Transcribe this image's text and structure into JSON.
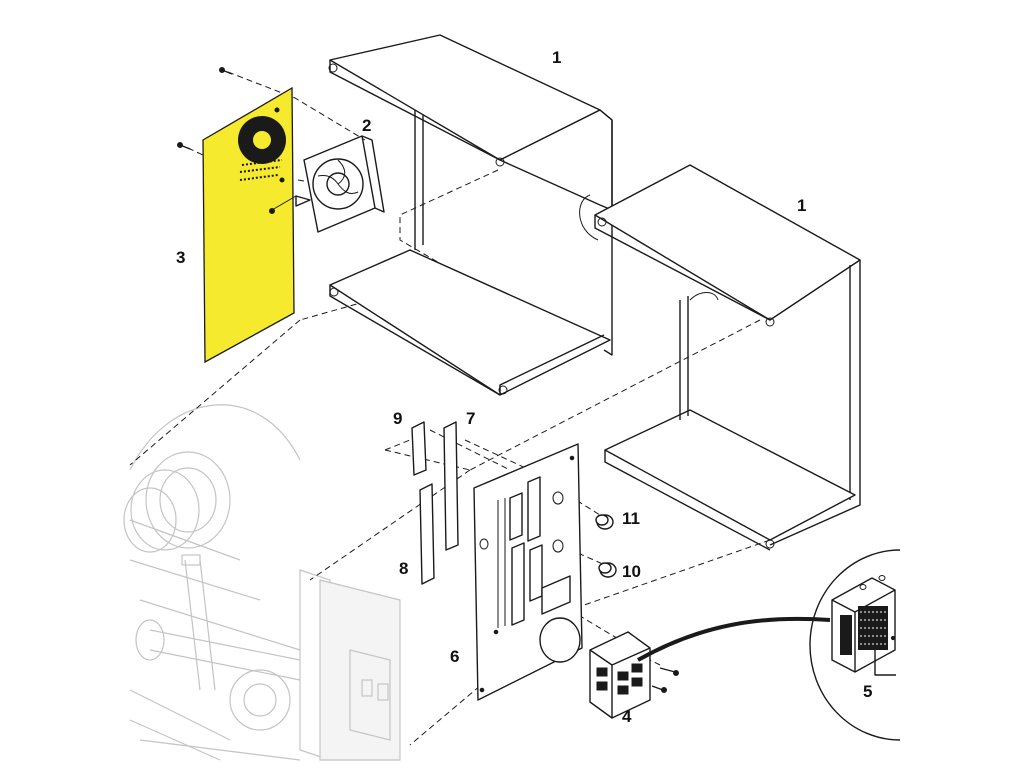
{
  "diagram": {
    "highlight_color": "#f5ea2e",
    "line_color": "#1a1a1a",
    "ghost_color": "#c4c4c4",
    "callouts": [
      "1",
      "1",
      "2",
      "3",
      "4",
      "5",
      "6",
      "7",
      "8",
      "9",
      "10",
      "11"
    ]
  }
}
